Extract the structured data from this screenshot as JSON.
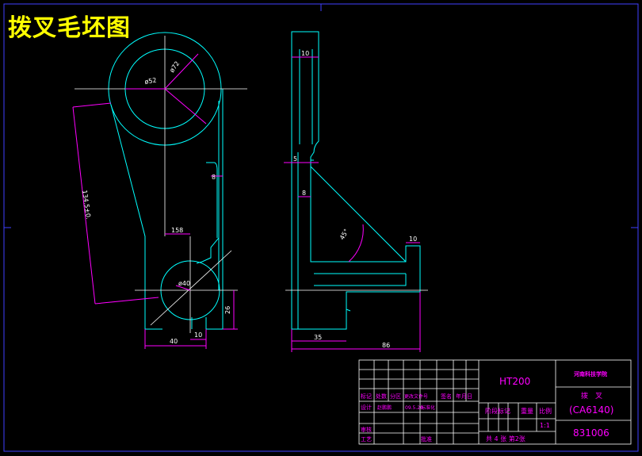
{
  "drawing": {
    "title": "拨叉毛坯图"
  },
  "dims": {
    "d72": "ø72",
    "d52": "ø52",
    "d40": "ø40",
    "r134": "134.5±0.",
    "d158": "158",
    "d8a": "8",
    "d26": "26",
    "d40w": "40",
    "d10a": "10",
    "d10top": "10",
    "d5": "5",
    "d8b": "8",
    "d10r": "10",
    "a45": "45°",
    "d35": "35",
    "d86": "86"
  },
  "title_block": {
    "material": "HT200",
    "school": "河南科技学院",
    "part_name": "拨　叉",
    "model": "(CA6140)",
    "drawing_no": "831006",
    "scale": "1:1",
    "sheets": "共 4 张  第2张",
    "headers": [
      "标记",
      "处数",
      "分区",
      "更改文件号",
      "签名",
      "年月日"
    ],
    "design": "设计",
    "designer": "赵鹏鹏",
    "date": "09.5.20",
    "standard": "标准化",
    "stage_label": "阶段标记",
    "weight_label": "重量",
    "ratio_label": "比例",
    "review": "审核",
    "craft": "工艺",
    "approve": "批准"
  }
}
